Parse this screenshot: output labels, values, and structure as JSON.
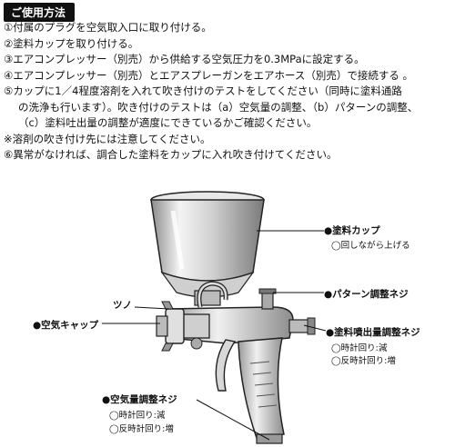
{
  "header": "ご使用方法",
  "steps": [
    "①付属のプラグを空気取入口に取り付ける。",
    "②塗料カップを取り付ける。",
    "③エアコンプレッサー（別売）から供給する空気圧力を0.3MPaに設定する。",
    "④エアコンプレッサー（別売）とエアスプレーガンをエアホース（別売）で接続する 。",
    "⑤カップに1／4程度溶剤を入れて吹き付けのテストをしてください（同時に塗料通路",
    "の洗浄も行います）。吹き付けのテストは（a）空気量の調整、（b）パターンの調整、",
    "（c）塗料吐出量の調整が適度にできているかご確認ください。",
    "※溶剤の吹き付け先には注意してください。",
    "⑥異常がなければ、調合した塗料をカップに入れ吹き付けてください。"
  ],
  "labels": {
    "cup": "●塗料カップ",
    "cup_sub": "◯回しながら上げる",
    "pattern": "●パターン調整ネジ",
    "tsuno": "ツノ",
    "air_cap": "●空気キャップ",
    "fluid": "●塗料噴出量調整ネジ",
    "fluid_sub1": "◯時計回り:減",
    "fluid_sub2": "◯反時計回り:増",
    "air": "●空気量調整ネジ",
    "air_sub1": "◯時計回り:減",
    "air_sub2": "◯反時計回り:増"
  }
}
